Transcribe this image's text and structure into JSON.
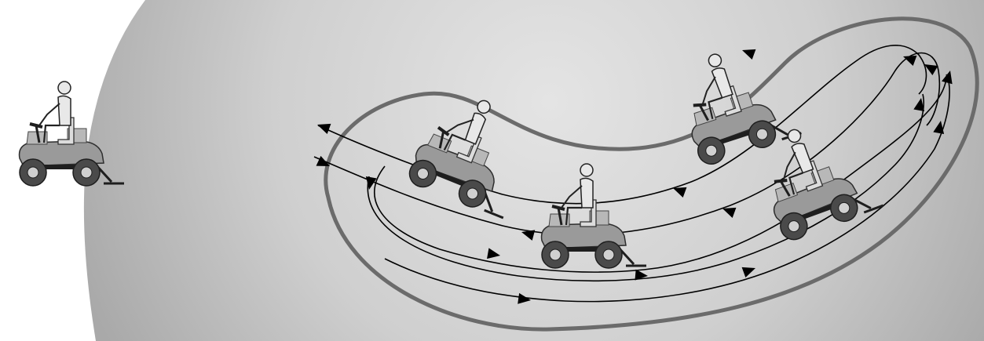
{
  "diagram": {
    "colors": {
      "background": "#ffffff",
      "field_center": "#e4e4e4",
      "field_edge": "#a9a9a9",
      "boundary": "#6b6b6b",
      "path": "#000000",
      "tractor_body": "#9a9a9a",
      "tractor_dark": "#3a3a3a",
      "tire": "#4a4a4a",
      "driver": "#e8e8e8"
    },
    "icons": {
      "vehicle": "riding-mower-with-operator",
      "direction": "arrowhead"
    },
    "path_count": 5,
    "vehicle_count": 6
  }
}
